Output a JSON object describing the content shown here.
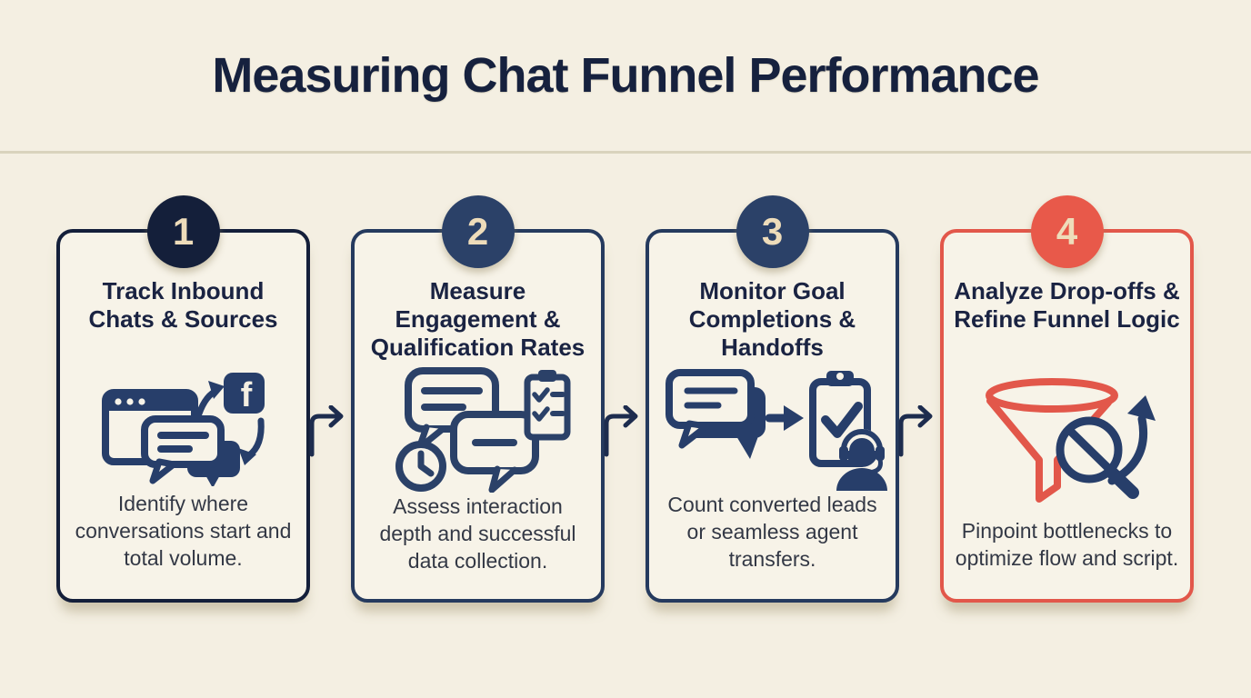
{
  "header": {
    "title": "Measuring Chat Funnel Performance"
  },
  "colors": {
    "background": "#f4efe2",
    "card_background": "#f7f3e8",
    "divider": "#d9d3bd",
    "navy_dark": "#141f3a",
    "navy_mid": "#2b4168",
    "coral": "#e2574a",
    "number_text": "#eedcba",
    "heading_text": "#1a2342",
    "body_text": "#333845"
  },
  "icon_glyphs": {
    "facebook_f": "f"
  },
  "steps": [
    {
      "number": "1",
      "title_lines": [
        "Track Inbound",
        "Chats & Sources"
      ],
      "description": "Identify where conversations start and total volume.",
      "icons": [
        "browser-window-icon",
        "curved-arrow-up-icon",
        "facebook-icon",
        "curved-arrow-down-icon",
        "chat-bubbles-icon"
      ]
    },
    {
      "number": "2",
      "title_lines": [
        "Measure",
        "Engagement &",
        "Qualification Rates"
      ],
      "description": "Assess interaction depth and successful data collection.",
      "icons": [
        "chat-bubbles-icon",
        "clock-icon",
        "checklist-clipboard-icon"
      ]
    },
    {
      "number": "3",
      "title_lines": [
        "Monitor Goal",
        "Completions &",
        "Handoffs"
      ],
      "description": "Count converted leads or seamless agent transfers.",
      "icons": [
        "chat-bubble-icon",
        "right-arrow-icon",
        "check-clipboard-icon",
        "headset-agent-icon"
      ]
    },
    {
      "number": "4",
      "title_lines": [
        "Analyze Drop-offs &",
        "Refine Funnel Logic"
      ],
      "description": "Pinpoint bottlenecks to optimize flow and script.",
      "icons": [
        "funnel-icon",
        "curved-up-arrow-icon",
        "magnifier-slash-icon"
      ]
    }
  ]
}
